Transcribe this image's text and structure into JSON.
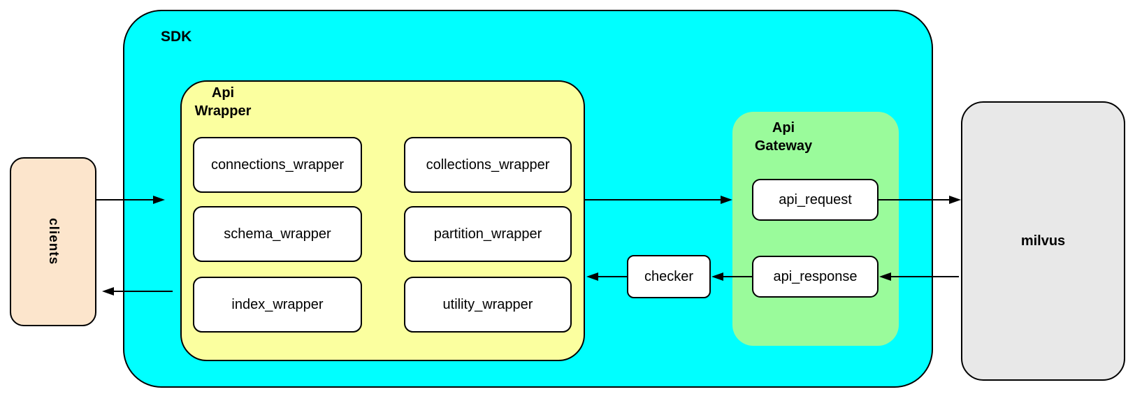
{
  "colors": {
    "cyan": "#00FFFF",
    "yellow": "#FBFF9F",
    "green": "#9AFB9B",
    "peach": "#FCE5CC",
    "gray": "#E8E8E8",
    "white": "#FFFFFF",
    "stroke": "#000000"
  },
  "nodes": {
    "clients": "clients",
    "sdk": "SDK",
    "api_wrapper": "Api\nWrapper",
    "wrappers": [
      "connections_wrapper",
      "collections_wrapper",
      "schema_wrapper",
      "partition_wrapper",
      "index_wrapper",
      "utility_wrapper"
    ],
    "checker": "checker",
    "api_gateway": "Api\nGateway",
    "api_request": "api_request",
    "api_response": "api_response",
    "milvus": "milvus"
  },
  "edges": [
    {
      "from": "clients",
      "to": "SDK"
    },
    {
      "from": "SDK",
      "to": "clients"
    },
    {
      "from": "Api Wrapper",
      "to": "Api Gateway"
    },
    {
      "from": "api_request",
      "to": "milvus"
    },
    {
      "from": "milvus",
      "to": "api_response"
    },
    {
      "from": "api_response",
      "to": "checker"
    },
    {
      "from": "checker",
      "to": "Api Wrapper"
    }
  ]
}
